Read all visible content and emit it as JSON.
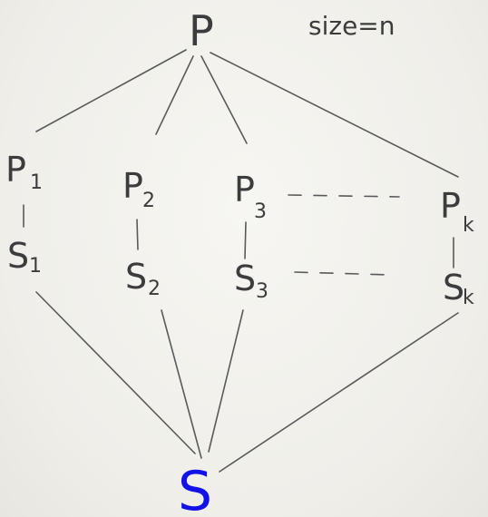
{
  "root": {
    "label": "P"
  },
  "note": "size=n",
  "children": [
    {
      "p": "P",
      "p_sub": "1",
      "s": "S",
      "s_sub": "1"
    },
    {
      "p": "P",
      "p_sub": "2",
      "s": "S",
      "s_sub": "2"
    },
    {
      "p": "P",
      "p_sub": "3",
      "s": "S",
      "s_sub": "3"
    },
    {
      "p": "P",
      "p_sub": "k",
      "s": "S",
      "s_sub": "k"
    }
  ],
  "result": {
    "label": "S",
    "color": "#1212e8"
  },
  "colors": {
    "ink": "#3c3c3c",
    "accent": "#1212e8"
  }
}
